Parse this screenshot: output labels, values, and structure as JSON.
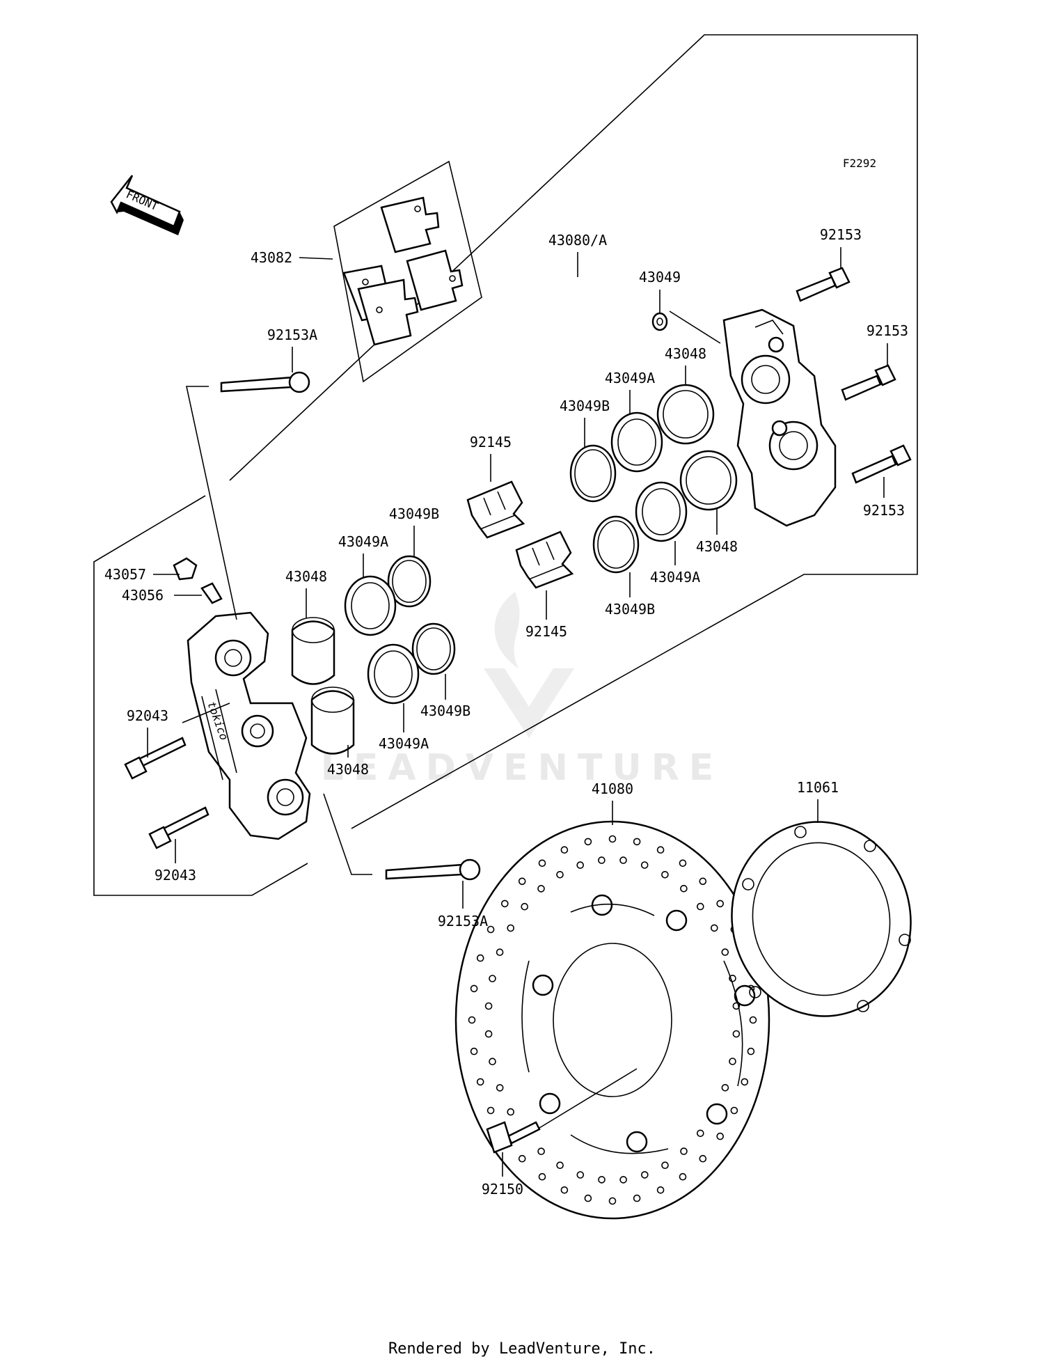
{
  "figure_code": "F2292",
  "front_label": "FRONT",
  "watermark_text": "LEADVENTURE",
  "footer_text": "Rendered by LeadVenture, Inc.",
  "labels": {
    "p43082": "43082",
    "p43080a": "43080/A",
    "p92153_a": "92153",
    "p43049": "43049",
    "p92153_b": "92153",
    "p43048_a": "43048",
    "p43049a_a": "43049A",
    "p43049b_a": "43049B",
    "p92145_a": "92145",
    "p92153a_a": "92153A",
    "p92153_c": "92153",
    "p43049b_b": "43049B",
    "p43049a_b": "43049A",
    "p43048_b": "43048",
    "p43048_c": "43048",
    "p43049a_c": "43049A",
    "p43049b_c": "43049B",
    "p92145_b": "92145",
    "p43057": "43057",
    "p43056": "43056",
    "p43048_d": "43048",
    "p43049b_d": "43049B",
    "p43049a_d": "43049A",
    "p92043_a": "92043",
    "p92043_b": "92043",
    "p41080": "41080",
    "p11061": "11061",
    "p92153a_b": "92153A",
    "p92150": "92150"
  },
  "colors": {
    "ink": "#000000",
    "paper": "#ffffff",
    "watermark": "#e9e9e9"
  }
}
